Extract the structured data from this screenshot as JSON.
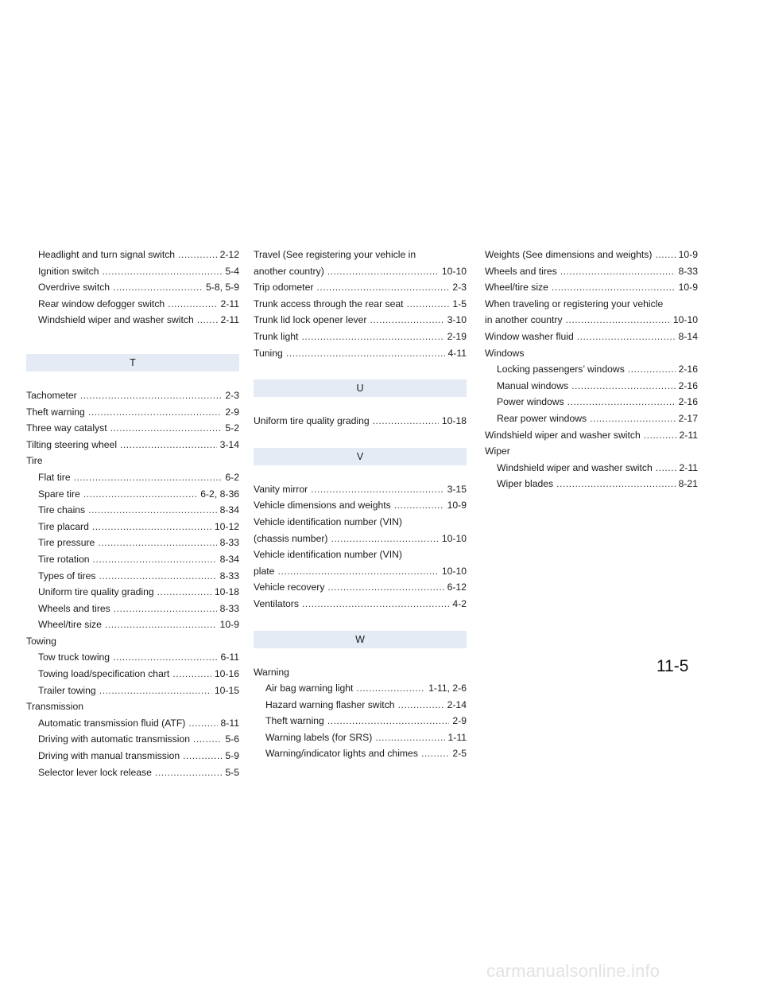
{
  "col1": {
    "pre": [
      {
        "t": "Headlight and turn signal switch",
        "p": "2-12"
      },
      {
        "t": "Ignition switch",
        "p": "5-4"
      },
      {
        "t": "Overdrive switch",
        "p": "5-8, 5-9"
      },
      {
        "t": "Rear window defogger switch",
        "p": "2-11"
      },
      {
        "t": "Windshield wiper and washer switch",
        "p": "2-11"
      }
    ],
    "letter": "T",
    "entries": [
      {
        "t": "Tachometer",
        "p": "2-3"
      },
      {
        "t": "Theft warning",
        "p": "2-9"
      },
      {
        "t": "Three way catalyst",
        "p": "5-2"
      },
      {
        "t": "Tilting steering wheel",
        "p": "3-14"
      }
    ],
    "tire_head": "Tire",
    "tire": [
      {
        "t": "Flat tire",
        "p": "6-2"
      },
      {
        "t": "Spare tire",
        "p": "6-2, 8-36"
      },
      {
        "t": "Tire chains",
        "p": "8-34"
      },
      {
        "t": "Tire placard",
        "p": "10-12"
      },
      {
        "t": "Tire pressure",
        "p": "8-33"
      },
      {
        "t": "Tire rotation",
        "p": "8-34"
      },
      {
        "t": "Types of tires",
        "p": "8-33"
      },
      {
        "t": "Uniform tire quality grading",
        "p": "10-18"
      },
      {
        "t": "Wheels and tires",
        "p": "8-33"
      },
      {
        "t": "Wheel/tire size",
        "p": "10-9"
      }
    ],
    "towing_head": "Towing",
    "towing": [
      {
        "t": "Tow truck towing",
        "p": "6-11"
      },
      {
        "t": "Towing load/specification chart",
        "p": "10-16"
      },
      {
        "t": "Trailer towing",
        "p": "10-15"
      }
    ],
    "trans_head": "Transmission",
    "trans": [
      {
        "t": "Automatic transmission fluid (ATF)",
        "p": "8-11"
      },
      {
        "t": "Driving with automatic transmission",
        "p": "5-6"
      },
      {
        "t": "Driving with manual transmission",
        "p": "5-9"
      },
      {
        "t": "Selector lever lock release",
        "p": "5-5"
      }
    ]
  },
  "col2": {
    "travel_l1": "Travel (See registering your vehicle in",
    "travel_l2": {
      "t": "another country)",
      "p": "10-10"
    },
    "entries": [
      {
        "t": "Trip odometer",
        "p": "2-3"
      },
      {
        "t": "Trunk access through the rear seat",
        "p": "1-5"
      },
      {
        "t": "Trunk lid lock opener lever",
        "p": "3-10"
      },
      {
        "t": "Trunk light",
        "p": "2-19"
      },
      {
        "t": "Tuning",
        "p": "4-11"
      }
    ],
    "letter_u": "U",
    "u": [
      {
        "t": "Uniform tire quality grading",
        "p": "10-18"
      }
    ],
    "letter_v": "V",
    "v1": [
      {
        "t": "Vanity mirror",
        "p": "3-15"
      },
      {
        "t": "Vehicle dimensions and weights",
        "p": "10-9"
      }
    ],
    "vin1_l1": "Vehicle identification number (VIN)",
    "vin1_l2": {
      "t": "(chassis number)",
      "p": "10-10"
    },
    "vin2_l1": "Vehicle identification number (VIN)",
    "vin2_l2": {
      "t": "plate",
      "p": "10-10"
    },
    "v2": [
      {
        "t": "Vehicle recovery",
        "p": "6-12"
      },
      {
        "t": "Ventilators",
        "p": "4-2"
      }
    ],
    "letter_w": "W",
    "warning_head": "Warning",
    "warning": [
      {
        "t": "Air bag warning light",
        "p": "1-11, 2-6"
      },
      {
        "t": "Hazard warning flasher switch",
        "p": "2-14"
      },
      {
        "t": "Theft warning",
        "p": "2-9"
      },
      {
        "t": "Warning labels (for SRS)",
        "p": "1-11"
      },
      {
        "t": "Warning/indicator lights and chimes",
        "p": "2-5"
      }
    ]
  },
  "col3": {
    "entries1": [
      {
        "t": "Weights (See dimensions and weights)",
        "p": "10-9"
      },
      {
        "t": "Wheels and tires",
        "p": "8-33"
      },
      {
        "t": "Wheel/tire size",
        "p": "10-9"
      }
    ],
    "travel_l1": "When traveling or registering your vehicle",
    "travel_l2": {
      "t": "in another country",
      "p": "10-10"
    },
    "entries2": [
      {
        "t": "Window washer fluid",
        "p": "8-14"
      }
    ],
    "windows_head": "Windows",
    "windows": [
      {
        "t": "Locking passengers’ windows",
        "p": "2-16"
      },
      {
        "t": "Manual windows",
        "p": "2-16"
      },
      {
        "t": "Power windows",
        "p": "2-16"
      },
      {
        "t": "Rear power windows",
        "p": "2-17"
      }
    ],
    "entries3": [
      {
        "t": "Windshield wiper and washer switch",
        "p": "2-11"
      }
    ],
    "wiper_head": "Wiper",
    "wiper": [
      {
        "t": "Windshield wiper and washer switch",
        "p": "2-11"
      },
      {
        "t": "Wiper blades",
        "p": "8-21"
      }
    ]
  },
  "page_number": "11-5",
  "watermark": "carmanualsonline.info",
  "colors": {
    "band": "#e4ebf5",
    "text": "#1a1a1a"
  }
}
